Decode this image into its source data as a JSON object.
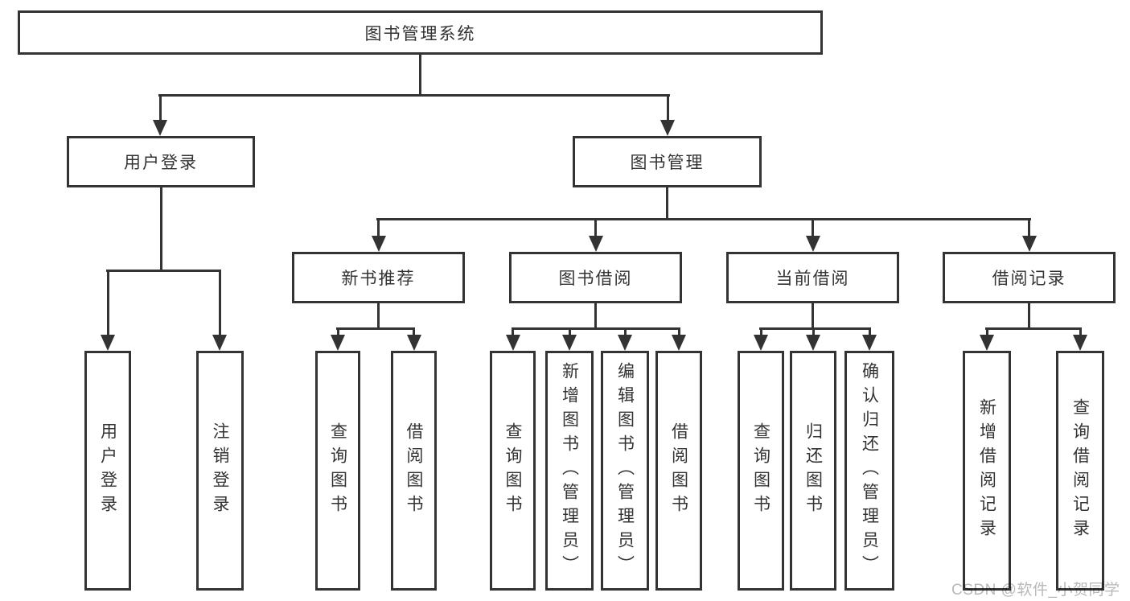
{
  "diagram": {
    "root": {
      "label": "图书管理系统"
    },
    "branches": [
      {
        "label": "用户登录"
      },
      {
        "label": "图书管理"
      }
    ],
    "modules": [
      {
        "label": "新书推荐"
      },
      {
        "label": "图书借阅"
      },
      {
        "label": "当前借阅"
      },
      {
        "label": "借阅记录"
      }
    ],
    "leaves": {
      "user_login": [
        "用户登录",
        "注销登录"
      ],
      "new_books": [
        "查询图书",
        "借阅图书"
      ],
      "book_borrowing": [
        "查询图书",
        "新增图书（管理员）",
        "编辑图书（管理员）",
        "借阅图书"
      ],
      "current_borrowing": [
        "查询图书",
        "归还图书",
        "确认归还（管理员）"
      ],
      "borrowing_records": [
        "新增借阅记录",
        "查询借阅记录"
      ]
    },
    "colors": {
      "line": "#333333",
      "text": "#333333",
      "background": "#ffffff",
      "watermark": "#b9b9b9"
    }
  },
  "watermark": {
    "text": "CSDN @软件_小贺同学"
  }
}
